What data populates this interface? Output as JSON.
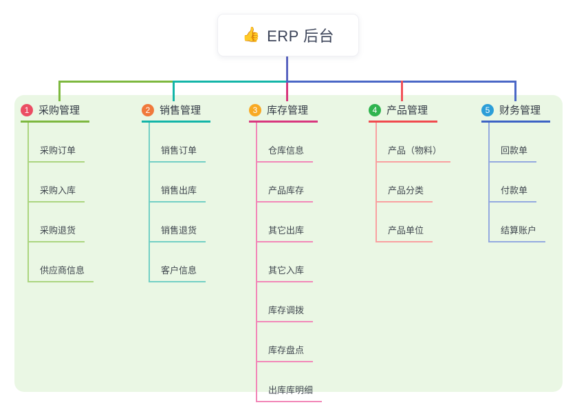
{
  "root": {
    "icon": "👍",
    "title": "ERP 后台"
  },
  "branches": [
    {
      "num": "1",
      "label": "采购管理",
      "badge_color": "#EB4D63",
      "line_color": "#7DB83F",
      "light_color": "#ABD57F",
      "children": [
        "采购订单",
        "采购入库",
        "采购退货",
        "供应商信息"
      ]
    },
    {
      "num": "2",
      "label": "销售管理",
      "badge_color": "#F0793B",
      "line_color": "#13B5A8",
      "light_color": "#72CFC4",
      "children": [
        "销售订单",
        "销售出库",
        "销售退货",
        "客户信息"
      ]
    },
    {
      "num": "3",
      "label": "库存管理",
      "badge_color": "#F8A923",
      "line_color": "#D8377E",
      "light_color": "#F287B8",
      "children": [
        "仓库信息",
        "产品库存",
        "其它出库",
        "其它入库",
        "库存调拨",
        "库存盘点",
        "出库库明细"
      ]
    },
    {
      "num": "4",
      "label": "产品管理",
      "badge_color": "#2FB44F",
      "line_color": "#F04A4E",
      "light_color": "#F9A0A0",
      "children": [
        "产品（物料）",
        "产品分类",
        "产品单位"
      ]
    },
    {
      "num": "5",
      "label": "财务管理",
      "badge_color": "#2B9ED8",
      "line_color": "#3D63C4",
      "light_color": "#93A9DF",
      "children": [
        "回款单",
        "付款单",
        "结算账户"
      ]
    }
  ],
  "colors": {
    "panel_background": "#EAF7E4",
    "root_connector": "#5B65C1",
    "bus_left": "#7DB83F",
    "bus_middle": "#13B5A8",
    "bus_right": "#4A67C6",
    "drop_inventory": "#D8377E",
    "drop_product": "#F25058",
    "root_text": "#3B4358"
  }
}
